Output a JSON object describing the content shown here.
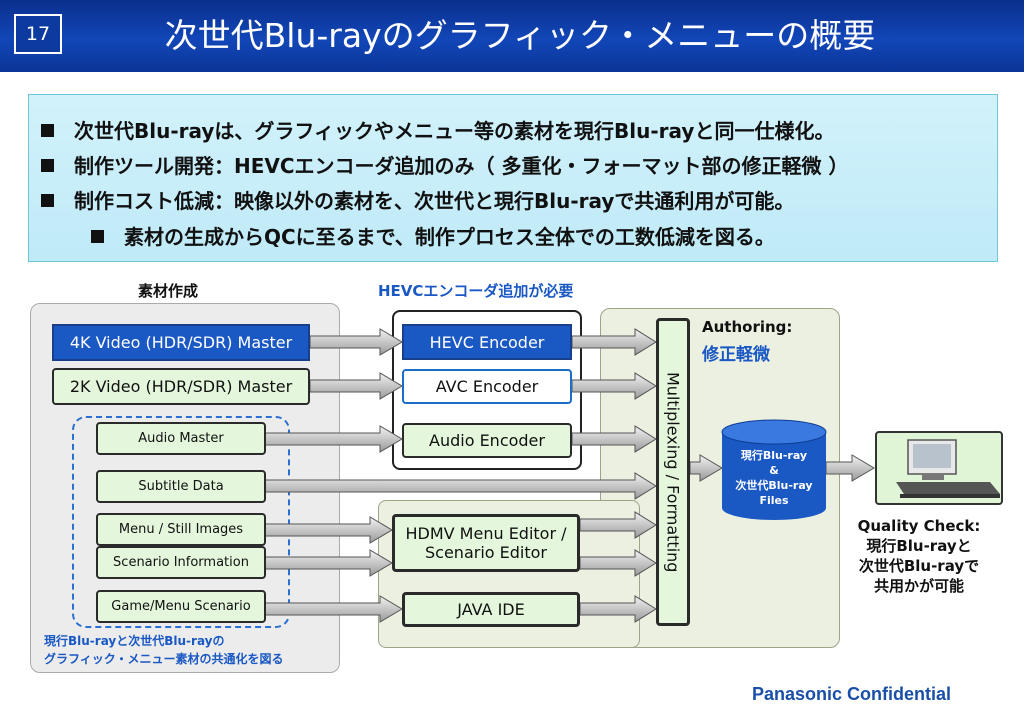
{
  "header": {
    "page_number": "17",
    "title": "次世代Blu-rayのグラフィック・メニューの概要"
  },
  "bullets": [
    "次世代Blu-rayは、グラフィックやメニュー等の素材を現行Blu-rayと同一仕様化。",
    "制作ツール開発：HEVCエンコーダ追加のみ（ 多重化・フォーマット部の修正軽微 ）",
    "制作コスト低減：映像以外の素材を、次世代と現行Blu-rayで共通利用が可能。",
    "素材の生成からQCに至るまで、制作プロセス全体での工数低減を図る。"
  ],
  "diagram": {
    "materials_label": "素材作成",
    "hevc_note": "HEVCエンコーダ追加が必要",
    "sources": {
      "video_4k": "4K Video (HDR/SDR) Master",
      "video_2k": "2K Video (HDR/SDR) Master",
      "audio_master": "Audio Master",
      "subtitle": "Subtitle Data",
      "menu_still": "Menu / Still Images",
      "scenario_info": "Scenario Information",
      "game_menu": "Game/Menu Scenario"
    },
    "shared_note_line1": "現行Blu-rayと次世代Blu-rayの",
    "shared_note_line2": "グラフィック・メニュー素材の共通化を図る",
    "encoders": {
      "hevc": "HEVC Encoder",
      "avc": "AVC Encoder",
      "audio": "Audio Encoder"
    },
    "editors": {
      "hdmv_line1": "HDMV Menu Editor /",
      "hdmv_line2": "Scenario Editor",
      "java": "JAVA IDE"
    },
    "authoring_label": "Authoring:",
    "authoring_note": "修正軽微",
    "mux": "Multiplexing / Formatting",
    "files": {
      "line1": "現行Blu-ray",
      "line2": "&",
      "line3": "次世代Blu-ray",
      "line4": "Files"
    },
    "qc": {
      "line1": "Quality Check:",
      "line2": "現行Blu-rayと",
      "line3": "次世代Blu-rayで",
      "line4": "共用かが可能"
    }
  },
  "footer": "Panasonic Confidential",
  "colors": {
    "title_bar": "#1246b8",
    "accent_blue": "#1a58c4",
    "box_green": "#e4f7dc",
    "bullet_bg": "#c8eef9"
  }
}
